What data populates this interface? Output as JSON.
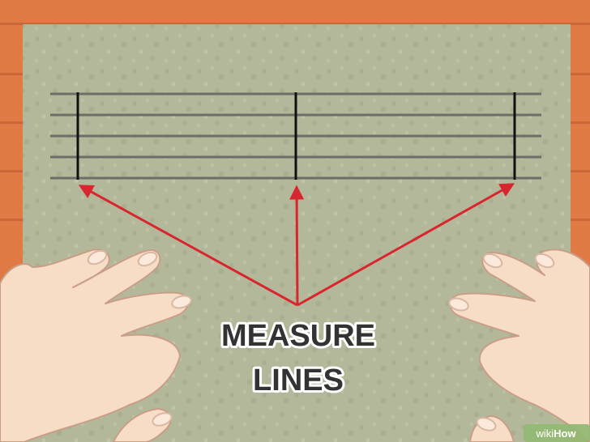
{
  "caption": {
    "line1": "MEASURE",
    "line2": "LINES"
  },
  "logo": {
    "prefix": "wiki",
    "suffix": "How"
  },
  "staff": {
    "line_count": 5,
    "barline_count": 3
  },
  "colors": {
    "wood_background": "#e07a45",
    "paper": "#b4b89a",
    "staff_line": "#6e6e66",
    "barline": "#111111",
    "arrow": "#d8262e",
    "skin": "#f7dcc6",
    "skin_outline": "#c99e86",
    "nail": "#fbe9dc",
    "caption_fill": "#333333",
    "caption_outline": "#ffffff",
    "logo_bg": "#93b874"
  },
  "icons": {
    "arrow": "arrow-up-icon",
    "hand": "hand-icon"
  }
}
